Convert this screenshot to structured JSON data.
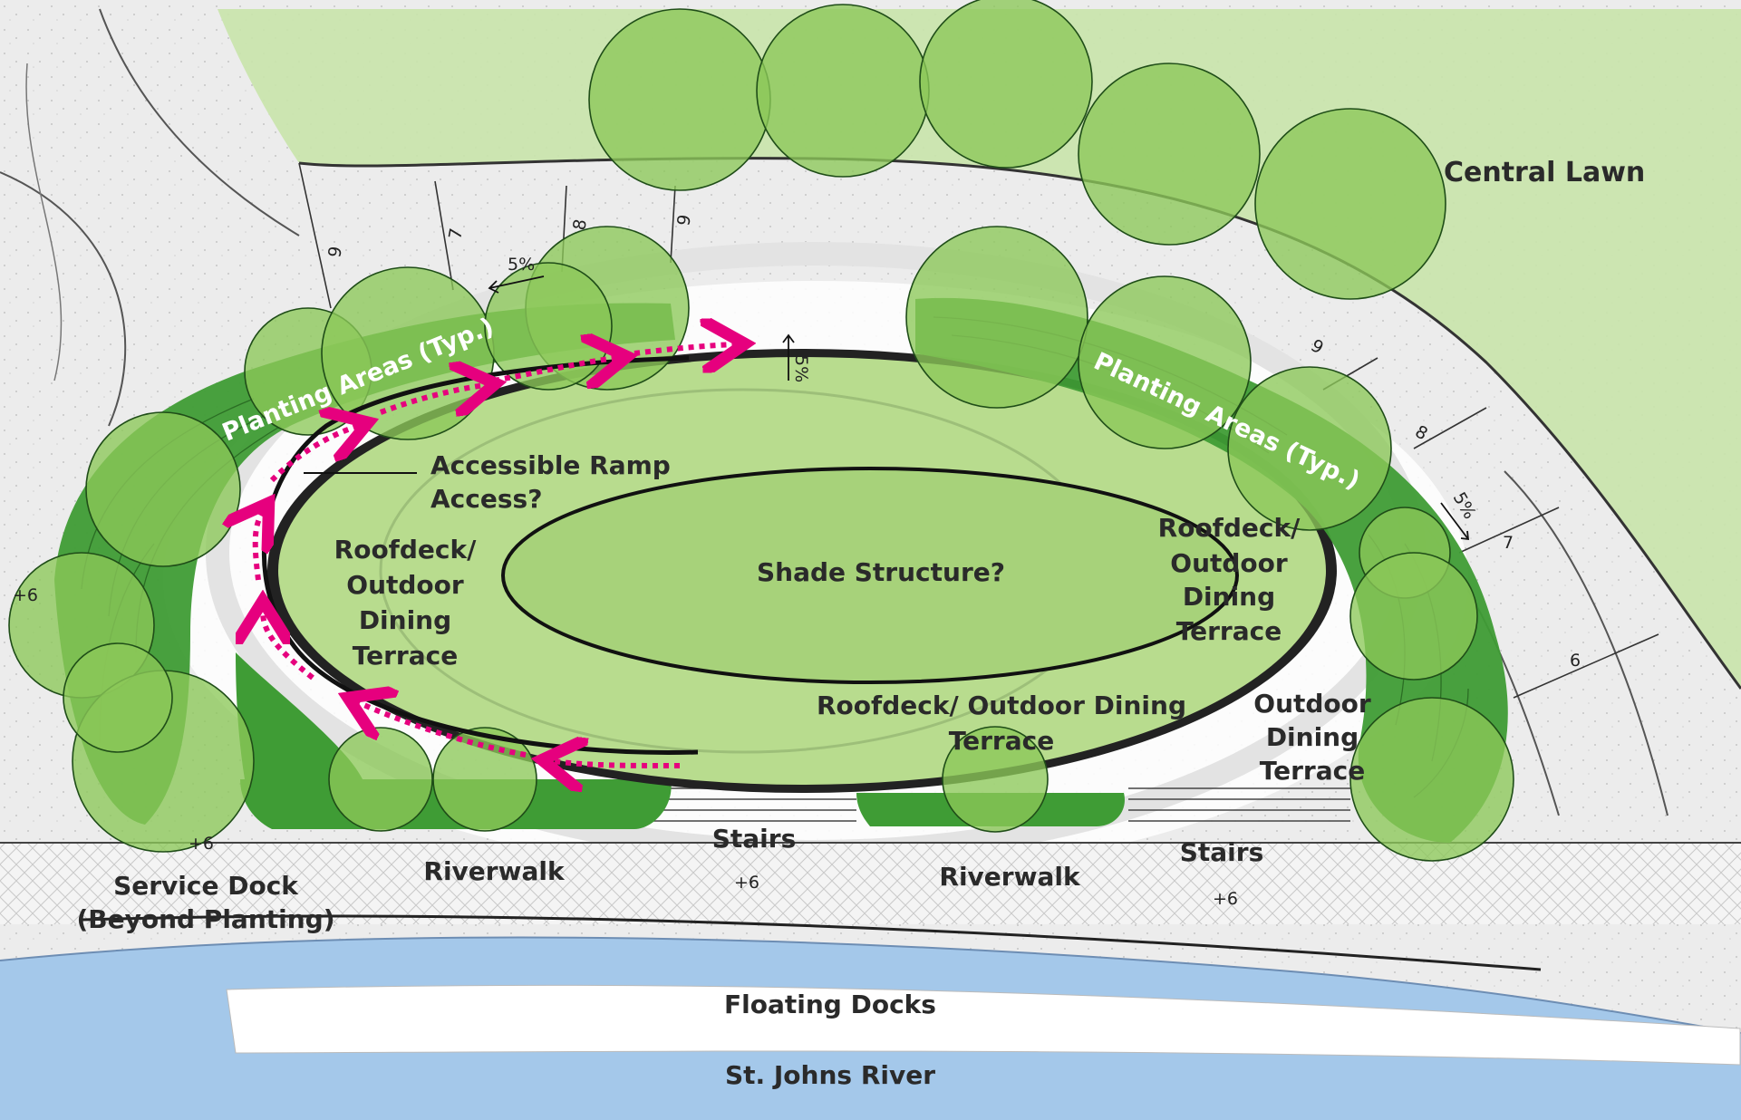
{
  "labels": {
    "central_lawn": "Central Lawn",
    "planting_left": "Planting Areas (Typ.)",
    "planting_right": "Planting Areas (Typ.)",
    "ramp_1": "Accessible Ramp",
    "ramp_2": "Access?",
    "shade": "Shade Structure?",
    "roof_left_1": "Roofdeck/",
    "roof_left_2": "Outdoor",
    "roof_left_3": "Dining",
    "roof_left_4": "Terrace",
    "roof_right_1": "Roofdeck/",
    "roof_right_2": "Outdoor",
    "roof_right_3": "Dining",
    "roof_right_4": "Terrace",
    "roof_center_1": "Roofdeck/ Outdoor Dining",
    "roof_center_2": "Terrace",
    "outdoor_1": "Outdoor",
    "outdoor_2": "Dining",
    "outdoor_3": "Terrace",
    "stairs_1": "Stairs",
    "stairs_2": "Stairs",
    "riverwalk_1": "Riverwalk",
    "riverwalk_2": "Riverwalk",
    "service_1": "Service Dock",
    "service_2": "(Beyond Planting)",
    "floating": "Floating Docks",
    "river": "St. Johns River"
  },
  "elevations": {
    "e_left": "+6",
    "e_service": "+6",
    "e_stairs1": "+6",
    "e_stairs2": "+6"
  },
  "contours": {
    "c9a": "9",
    "c7a": "7",
    "c8a": "8",
    "c9b": "9",
    "c9c": "9",
    "c8b": "8",
    "c7b": "7",
    "c6": "6"
  },
  "slopes": {
    "s_left": "5%",
    "s_top": "5%",
    "s_right": "5%"
  },
  "colors": {
    "lawn": "#c5e1a5",
    "deck": "#b7dc8c",
    "tree": "#8cc858",
    "planting": "#3f9c35",
    "path": "#e6007e",
    "river": "#a6c9ea",
    "paving": "#e3e3e3"
  }
}
